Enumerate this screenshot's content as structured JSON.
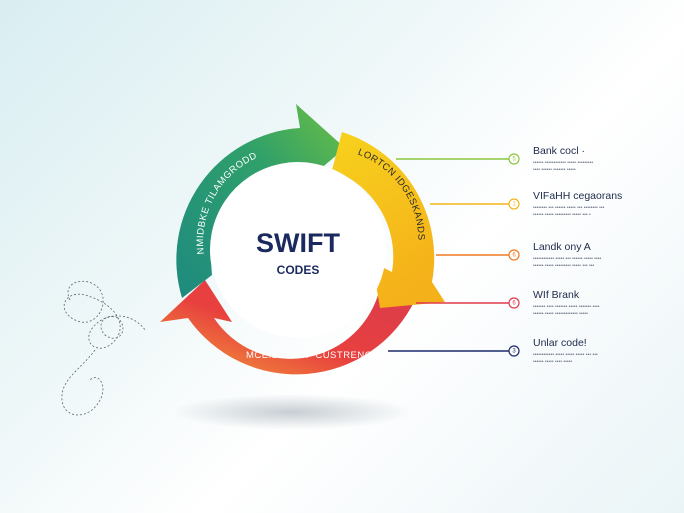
{
  "center": {
    "title": "SWIFT",
    "subtitle": "CODES"
  },
  "arcs": [
    {
      "label": "NMIDBKE TILAMGRODD",
      "color": "#1f8a7a"
    },
    {
      "label": "LORTCN IDGESKANDS",
      "color": "#f2c21b"
    },
    {
      "label": "MCEIBRE ISF CUSTRENCIA",
      "color": "#e03a4a"
    }
  ],
  "items": [
    {
      "number": "5",
      "title": "Bank cocl ·",
      "desc": [
        "•••••• •••••••••••• ••••• •••••••••",
        "•••• •••••• ••••••• •••••"
      ],
      "color": "#8cc63f"
    },
    {
      "number": "1",
      "title": "VIFaHH cegaorans",
      "desc": [
        "•••••••• ••• •••••• ••••• ••• •••••••• •••",
        "•••••• ••••• ••••••••• ••••• ••• •"
      ],
      "color": "#f2b61b"
    },
    {
      "number": "6",
      "title": "Landk ony A",
      "desc": [
        "•••••••••••• ••••• ••• •••••• ••••• ••••",
        "•••••• ••••• ••••••••• ••••• ••• •••"
      ],
      "color": "#f07a22"
    },
    {
      "number": "6",
      "title": "WIf Brank",
      "desc": [
        "••••••• •••• ••••••• ••••• ••••••• ••••",
        "•••••• ••••• ••••••••••••• •••••"
      ],
      "color": "#e03a4a"
    },
    {
      "number": "3",
      "title": "Unlar code!",
      "desc": [
        "•••••••••••• ••••• ••••• ••••• ••• •••",
        "•••••• ••••• •••• •••••"
      ],
      "color": "#1b2a6b"
    }
  ]
}
